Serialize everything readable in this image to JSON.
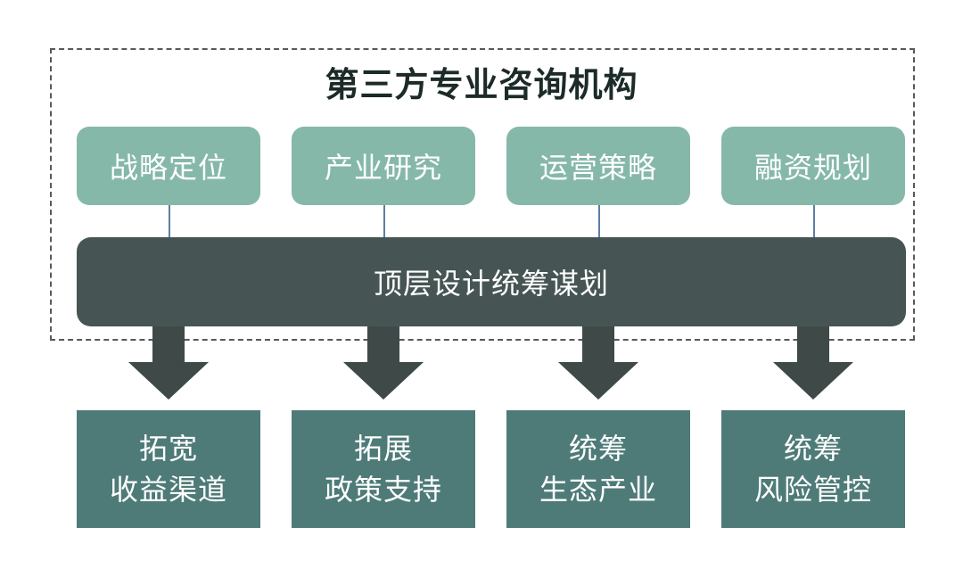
{
  "title": "第三方专业咨询机构",
  "services": [
    "战略定位",
    "产业研究",
    "运营策略",
    "融资规划"
  ],
  "core": "顶层设计统筹谋划",
  "outcomes": [
    {
      "line1": "拓宽",
      "line2": "收益渠道"
    },
    {
      "line1": "拓展",
      "line2": "政策支持"
    },
    {
      "line1": "统筹",
      "line2": "生态产业"
    },
    {
      "line1": "统筹",
      "line2": "风险管控"
    }
  ],
  "colors": {
    "service_box": "#86b8aa",
    "core_bar": "#465554",
    "outcome_box": "#4e7b78",
    "arrow": "#3e4948",
    "connector": "#5c7fa0"
  }
}
